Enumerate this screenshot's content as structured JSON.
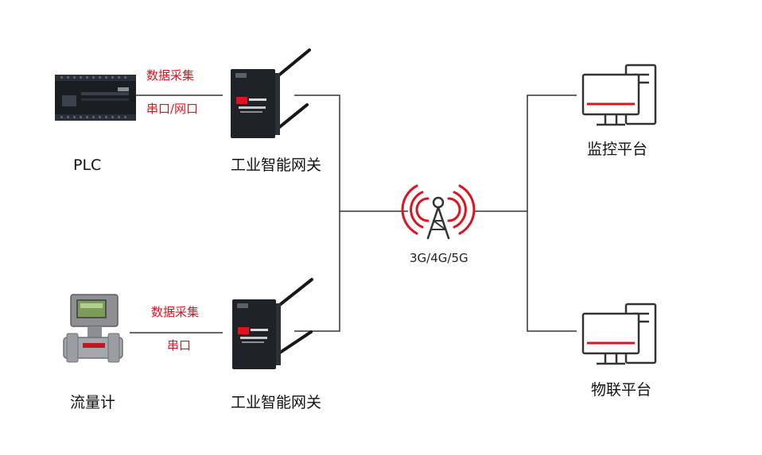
{
  "colors": {
    "line": "#333333",
    "accent": "#e0121e",
    "device_dark": "#1f2328",
    "text": "#111111"
  },
  "top_link": {
    "label_top": "数据采集",
    "label_bottom": "串口/网口"
  },
  "bottom_link": {
    "label_top": "数据采集",
    "label_bottom": "串口"
  },
  "devices": {
    "plc": {
      "label": "PLC",
      "icon": "plc-device-icon"
    },
    "flowmeter": {
      "label": "流量计",
      "icon": "flowmeter-icon"
    },
    "gateway_top": {
      "label": "工业智能网关",
      "icon": "gateway-router-icon"
    },
    "gateway_bottom": {
      "label": "工业智能网关",
      "icon": "gateway-router-icon"
    }
  },
  "tower": {
    "label": "3G/4G/5G",
    "icon": "cell-tower-icon"
  },
  "platforms": {
    "monitor": {
      "label": "监控平台",
      "icon": "computer-icon"
    },
    "iot": {
      "label": "物联平台",
      "icon": "computer-icon"
    }
  }
}
